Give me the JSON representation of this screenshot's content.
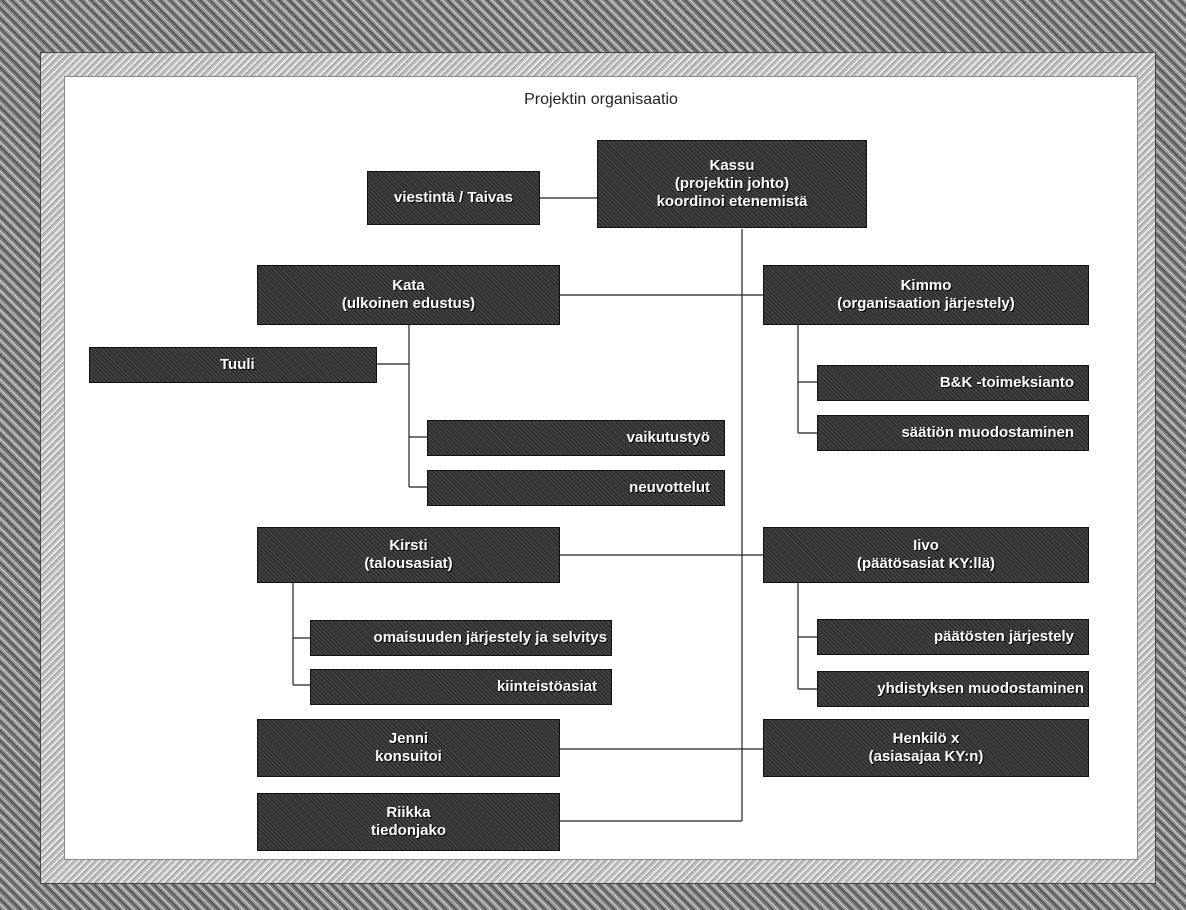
{
  "title": "Projektin organisaatio",
  "nodes": {
    "kassu": {
      "line1": "Kassu",
      "line2": "(projektin johto)",
      "line3": "koordinoi etenemistä"
    },
    "viestinta": {
      "line1": "viestintä / Taivas"
    },
    "kata": {
      "line1": "Kata",
      "line2": "(ulkoinen edustus)"
    },
    "kimmo": {
      "line1": "Kimmo",
      "line2": "(organisaation järjestely)"
    },
    "tuuli": {
      "line1": "Tuuli"
    },
    "bk": {
      "line1": "B&K -toimeksianto"
    },
    "saation": {
      "line1": "säätiön muodostaminen"
    },
    "vaikutustyo": {
      "line1": "vaikutustyö"
    },
    "neuvottelut": {
      "line1": "neuvottelut"
    },
    "kirsti": {
      "line1": "Kirsti",
      "line2": "(talousasiat)"
    },
    "iivo": {
      "line1": "Iivo",
      "line2": "(päätösasiat KY:llä)"
    },
    "omaisuuden": {
      "line1": "omaisuuden järjestely ja selvitys"
    },
    "paatosten": {
      "line1": "päätösten järjestely"
    },
    "kiinteisto": {
      "line1": "kiinteistöasiat"
    },
    "yhdistyksen": {
      "line1": "yhdistyksen muodostaminen"
    },
    "jenni": {
      "line1": "Jenni",
      "line2": "konsuitoi"
    },
    "henkilo": {
      "line1": "Henkilö x",
      "line2": "(asiasajaa KY:n)"
    },
    "riikka": {
      "line1": "Riikka",
      "line2": "tiedonjako"
    }
  }
}
